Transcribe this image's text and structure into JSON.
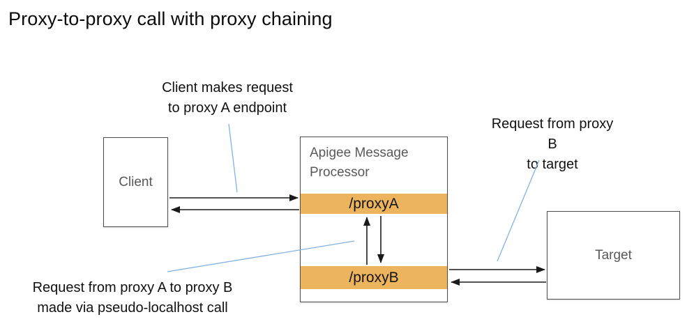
{
  "title": "Proxy-to-proxy call with proxy chaining",
  "annotations": {
    "client_request": "Client makes request\nto proxy A endpoint",
    "proxyb_to_target": "Request from proxy B\nto target",
    "proxya_to_proxyb": "Request from proxy A to proxy B\nmade via pseudo-localhost call"
  },
  "nodes": {
    "client": {
      "label": "Client"
    },
    "message_processor": {
      "title": "Apigee Message Processor",
      "endpoints": [
        {
          "label": "/proxyA"
        },
        {
          "label": "/proxyB"
        }
      ]
    },
    "target": {
      "label": "Target"
    }
  },
  "colors": {
    "accent_orange": "#ECB45C",
    "connector_blue": "#7FB2E5",
    "box_border": "#4D4D4D",
    "box_label_gray": "#595959",
    "arrow_black": "#1A1A1A"
  }
}
